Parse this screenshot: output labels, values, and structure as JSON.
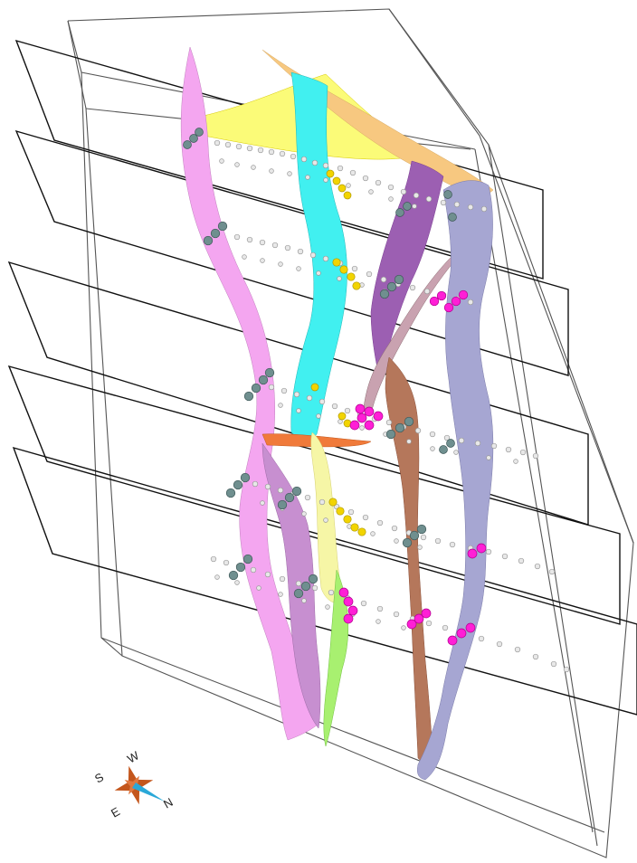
{
  "figure": {
    "description_free": true,
    "colors": {
      "background": "#ffffff",
      "box_edge": "#444444",
      "section_plane": "#111111",
      "node_white": "#e8e8e8",
      "node_teal": "#6f8f8f",
      "node_yellow": "#f2d400",
      "node_magenta": "#ff1fd6"
    },
    "surfaces": [
      {
        "name": "pink-surface",
        "color": "#f4a6f0"
      },
      {
        "name": "cyan-surface",
        "color": "#41f0f0"
      },
      {
        "name": "yellow-surface",
        "color": "#fbfb78"
      },
      {
        "name": "orange-surface",
        "color": "#f7c880"
      },
      {
        "name": "purple-surface",
        "color": "#9c5fb2"
      },
      {
        "name": "lavender-surface",
        "color": "#a6a6d2"
      },
      {
        "name": "brown-surface",
        "color": "#b5775b"
      },
      {
        "name": "pale-yellow-surface",
        "color": "#f6f6a6"
      },
      {
        "name": "green-surface",
        "color": "#a8f070"
      },
      {
        "name": "mauve-surface",
        "color": "#c78fd0"
      },
      {
        "name": "orange-red-surface",
        "color": "#f07a3a"
      }
    ]
  },
  "compass": {
    "labels": {
      "north": "N",
      "south": "S",
      "east": "E",
      "west": "W"
    },
    "star_color": "#c4561c",
    "needle_color": "#2aa8d8"
  }
}
